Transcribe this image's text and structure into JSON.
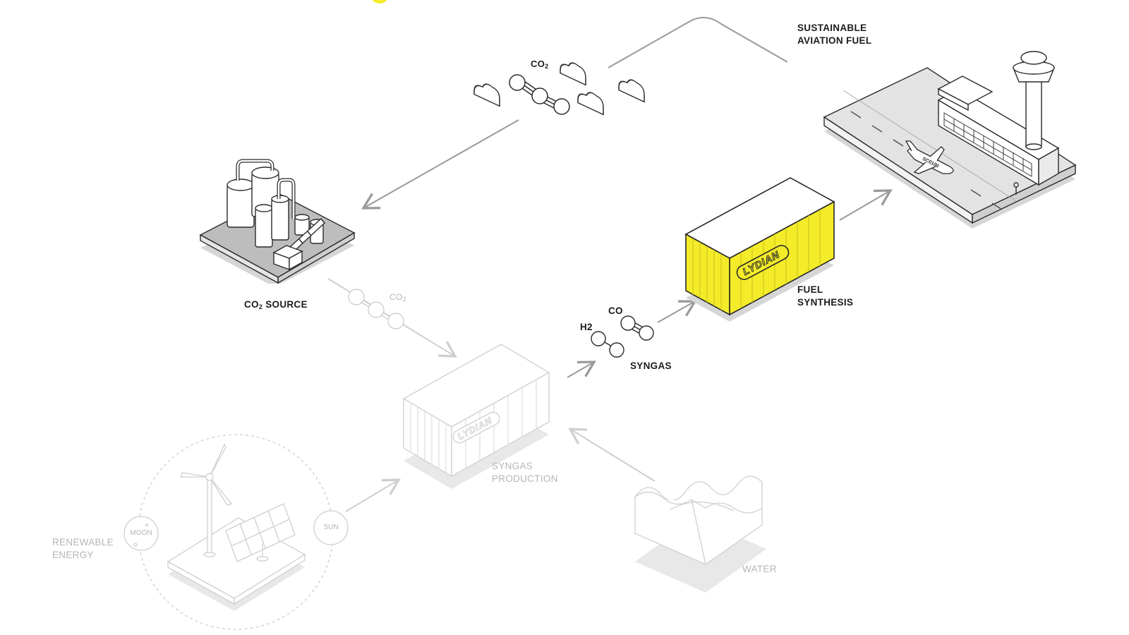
{
  "diagram": {
    "labels": {
      "sustainable_line1": "SUSTAINABLE",
      "sustainable_line2": "AVIATION FUEL",
      "co2_top": "CO",
      "co2_top_sub": "2",
      "co2_source_pre": "CO",
      "co2_source_sub": "2",
      "co2_source_post": " SOURCE",
      "co2_mid": "CO",
      "co2_mid_sub": "2",
      "co": "CO",
      "h2": "H2",
      "syngas": "SYNGAS",
      "fuel_line1": "FUEL",
      "fuel_line2": "SYNTHESIS",
      "syngas_prod_line1": "SYNGAS",
      "syngas_prod_line2": "PRODUCTION",
      "water": "WATER",
      "renewable_line1": "RENEWABLE",
      "renewable_line2": "ENERGY",
      "moon": "MOON",
      "sun": "SUN",
      "brand_fuel_container": "LYDIAN",
      "brand_syngas_container": "LYDIAN",
      "plane_id": "SC0100"
    },
    "colors": {
      "accent_yellow": "#f4ec28",
      "line_dark": "#2a2a2a",
      "line_faint": "#cfcfcf",
      "arrow": "#9a9a9a",
      "shadow": "#d6d6d6"
    },
    "icons": [
      "co2-molecule-icon",
      "cloud-icon",
      "refinery-icon",
      "container-icon",
      "airport-icon",
      "airplane-icon",
      "wind-turbine-icon",
      "solar-panel-icon",
      "wave-icon",
      "h2-molecule-icon",
      "co-molecule-icon"
    ]
  }
}
